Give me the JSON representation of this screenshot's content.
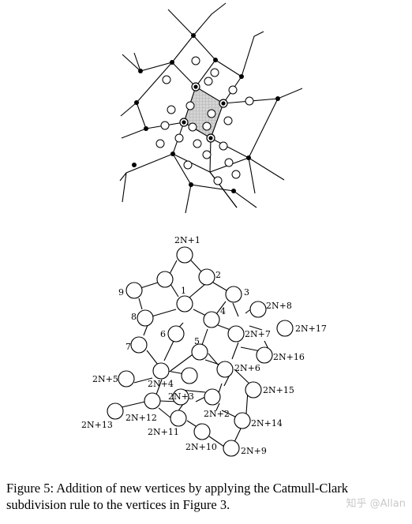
{
  "figure": {
    "node_labels": {
      "n_top": "2N+1",
      "n1": "1",
      "n2": "2",
      "n3": "3",
      "n4": "4",
      "n5": "5",
      "n6": "6",
      "n7": "7",
      "n8": "8",
      "n9": "9",
      "n2N5": "2N+5",
      "n2N13": "2N+13",
      "n2N12": "2N+12",
      "n2N11": "2N+11",
      "n2N10": "2N+10",
      "n2N9": "2N+9",
      "n2N14": "2N+14",
      "n2N2": "2N+2",
      "n2N3": "2N+3",
      "n2N4": "2N+4",
      "n2N6": "2N+6",
      "n2N15": "2N+15",
      "n2N16": "2N+16",
      "n2N7": "2N+7",
      "n2N17": "2N+17",
      "n2N8": "2N+8"
    }
  },
  "caption": "Figure 5: Addition of new vertices by applying the Catmull-Clark subdivision rule to the vertices in Figure 3.",
  "watermark": "知乎 @Allan"
}
